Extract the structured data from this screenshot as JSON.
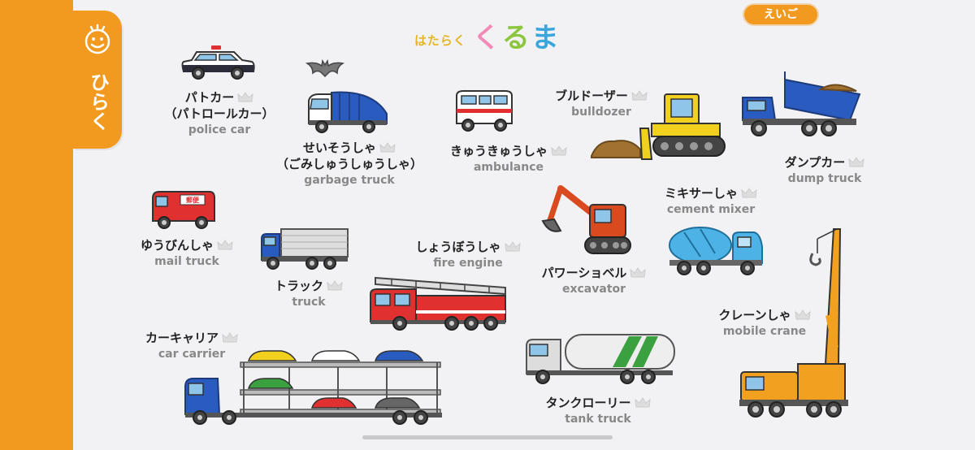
{
  "side_tab": {
    "label": "ひらく"
  },
  "title": {
    "prefix": "はたらく",
    "chars": [
      "く",
      "る",
      "ま"
    ]
  },
  "language_button": {
    "label": "えいご"
  },
  "colors": {
    "accent": "#f29a1f",
    "title_ku": "#f28ab8",
    "title_ru": "#8cc63f",
    "title_ma": "#3aa6dd"
  },
  "vehicles": [
    {
      "id": "police-car",
      "jp": "パトカー",
      "jp2": "（パトロールカー）",
      "en": "police car"
    },
    {
      "id": "garbage-truck",
      "jp": "せいそうしゃ",
      "jp2": "（ごみしゅうしゅうしゃ）",
      "en": "garbage truck"
    },
    {
      "id": "ambulance",
      "jp": "きゅうきゅうしゃ",
      "en": "ambulance"
    },
    {
      "id": "bulldozer",
      "jp": "ブルドーザー",
      "en": "bulldozer"
    },
    {
      "id": "dump-truck",
      "jp": "ダンプカー",
      "en": "dump truck"
    },
    {
      "id": "mail-truck",
      "jp": "ゆうびんしゃ",
      "en": "mail truck"
    },
    {
      "id": "truck",
      "jp": "トラック",
      "en": "truck"
    },
    {
      "id": "fire-engine",
      "jp": "しょうぼうしゃ",
      "en": "fire engine"
    },
    {
      "id": "excavator",
      "jp": "パワーショベル",
      "en": "excavator"
    },
    {
      "id": "cement-mixer",
      "jp": "ミキサーしゃ",
      "en": "cement mixer"
    },
    {
      "id": "mobile-crane",
      "jp": "クレーンしゃ",
      "en": "mobile crane"
    },
    {
      "id": "car-carrier",
      "jp": "カーキャリア",
      "en": "car carrier"
    },
    {
      "id": "tank-truck",
      "jp": "タンクローリー",
      "en": "tank truck"
    }
  ],
  "mail_sign": "郵便"
}
